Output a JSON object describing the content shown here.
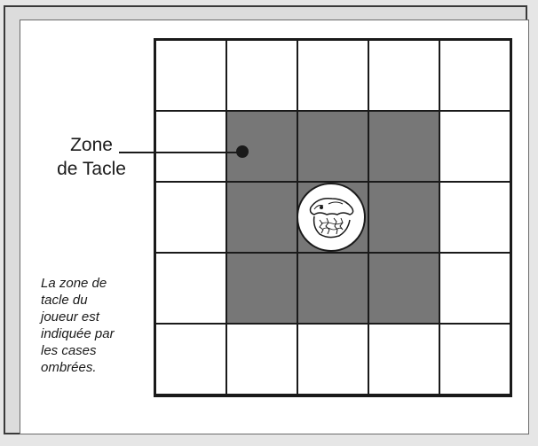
{
  "diagram": {
    "grid": {
      "rows": 5,
      "cols": 5,
      "shaded_cells": [
        [
          1,
          1
        ],
        [
          1,
          2
        ],
        [
          1,
          3
        ],
        [
          2,
          1
        ],
        [
          2,
          3
        ],
        [
          3,
          1
        ],
        [
          3,
          2
        ],
        [
          3,
          3
        ]
      ],
      "player_cell": [
        2,
        2
      ]
    },
    "zone_label": {
      "line1": "Zone",
      "line2": "de Tacle"
    },
    "caption_lines": [
      "La zone de",
      "tacle du",
      "joueur est",
      "indiquée par",
      "les cases",
      "ombrées."
    ],
    "colors": {
      "shaded": "#777777",
      "grid_line": "#1a1a1a",
      "background": "#ffffff"
    },
    "icons": {
      "player": "lizardman-player-icon"
    }
  }
}
